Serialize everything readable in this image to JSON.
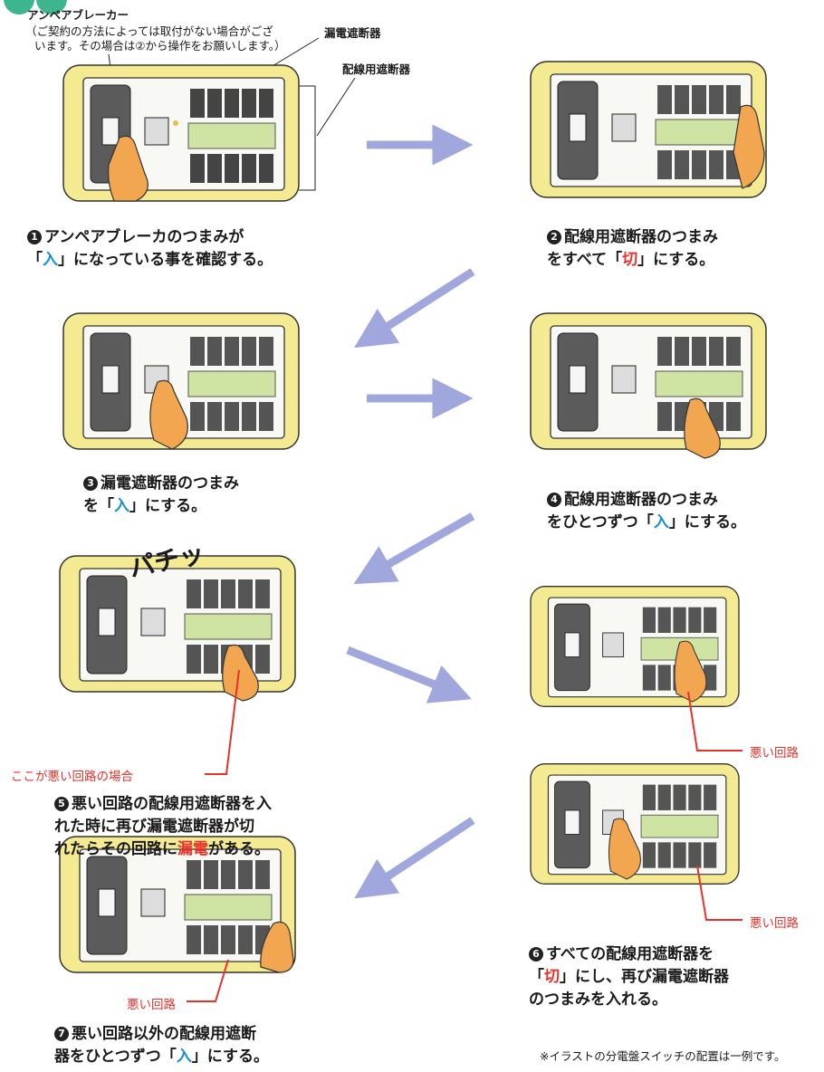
{
  "header": {
    "ampere_title": "アンペアブレーカー",
    "ampere_note_1": "（ご契約の方法によっては取付がない場合がござ",
    "ampere_note_2": "います。その場合は②から操作をお願いします。）",
    "leakage_breaker_label": "漏電遮断器",
    "wiring_breaker_label": "配線用遮断器"
  },
  "switch_labels": {
    "off": "切",
    "on": "入"
  },
  "sound_effect": "パチッ",
  "steps": [
    {
      "num": "1",
      "line1_a": "アンペアブレーカのつまみが",
      "line2_a": "「",
      "line2_hl": "入",
      "line2_b": "」になっている事を確認する。"
    },
    {
      "num": "2",
      "line1_a": "配線用遮断器のつまみ",
      "line2_a": "をすべて「",
      "line2_hl": "切",
      "line2_b": "」にする。"
    },
    {
      "num": "3",
      "line1_a": "漏電遮断器のつまみ",
      "line2_a": "を「",
      "line2_hl": "入",
      "line2_b": "」にする。"
    },
    {
      "num": "4",
      "line1_a": "配線用遮断器のつまみ",
      "line2_a": "をひとつずつ「",
      "line2_hl": "入",
      "line2_b": "」にする。"
    },
    {
      "num": "5",
      "line1": "悪い回路の配線用遮断器を入",
      "line2": "れた時に再び漏電遮断器が切",
      "line3_a": "れたらその回路に",
      "line3_hl": "漏電",
      "line3_b": "がある。"
    },
    {
      "num": "6",
      "line1": "すべての配線用遮断器を",
      "line2_a": "「",
      "line2_hl": "切",
      "line2_b": "」にし、再び漏電遮断器",
      "line3": "のつまみを入れる。"
    },
    {
      "num": "7",
      "line1": "悪い回路以外の配線用遮断",
      "line2_a": "器をひとつずつ「",
      "line2_hl": "入",
      "line2_b": "」にする。"
    }
  ],
  "callouts": {
    "bad_circuit_case": "ここが悪い回路の場合",
    "bad_circuit": "悪い回路"
  },
  "footnote": "※イラストの分電盤スイッチの配置は一例です。",
  "colors": {
    "panel_border": "#f3ea92",
    "arrow": "#9fa7dc",
    "accent_red": "#e6322b",
    "accent_blue": "#1b8fd0",
    "hand": "#f1a64f"
  }
}
